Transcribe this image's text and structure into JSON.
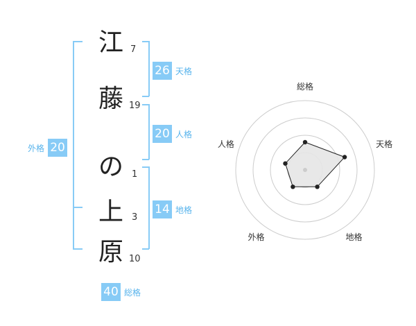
{
  "name": {
    "characters": [
      {
        "char": "江",
        "strokes": "7"
      },
      {
        "char": "藤",
        "strokes": "19"
      },
      {
        "char": "の",
        "strokes": "1"
      },
      {
        "char": "上",
        "strokes": "3"
      },
      {
        "char": "原",
        "strokes": "10"
      }
    ]
  },
  "results": {
    "tenkaku": {
      "value": "26",
      "label": "天格"
    },
    "jinkaku": {
      "value": "20",
      "label": "人格"
    },
    "chikaku": {
      "value": "14",
      "label": "地格"
    },
    "gaikaku": {
      "value": "20",
      "label": "外格"
    },
    "soukaku": {
      "value": "40",
      "label": "総格"
    }
  },
  "colors": {
    "accent": "#87cbf6",
    "accent_text": "#59b4ec",
    "radar_fill": "#e6e6e6",
    "radar_stroke": "#222222",
    "ring": "#cccccc"
  },
  "chart_data": {
    "type": "radar",
    "axes": [
      "総格",
      "天格",
      "地格",
      "外格",
      "人格"
    ],
    "values": [
      2,
      3,
      1.5,
      1.5,
      1.5
    ],
    "range": [
      0,
      5
    ],
    "rings": 4
  }
}
